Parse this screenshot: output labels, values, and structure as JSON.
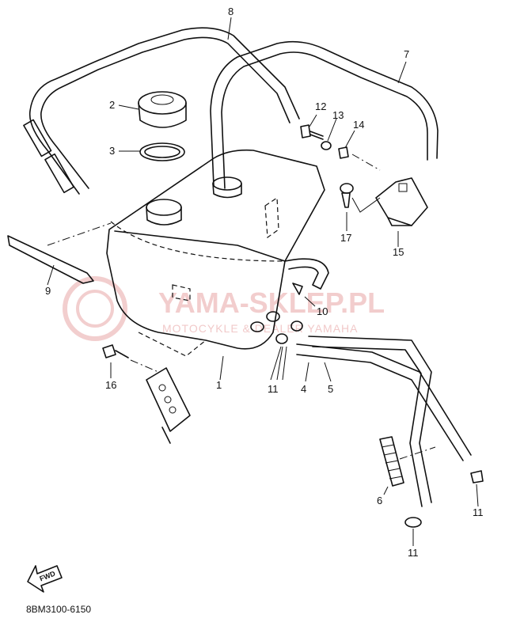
{
  "diagram": {
    "code": "8BM3100-6150",
    "fwd_label": "FWD",
    "watermark": {
      "title": "YAMA-SKLEP.PL",
      "subtitle": "MOTOCYKLE & DEALER YAMAHA",
      "color": "#e8a6a6"
    },
    "callouts": {
      "p1": "1",
      "p2": "2",
      "p3": "3",
      "p4": "4",
      "p5": "5",
      "p6": "6",
      "p7": "7",
      "p8": "8",
      "p9": "9",
      "p10": "10",
      "p11a": "11",
      "p11b": "11",
      "p11c": "11",
      "p12": "12",
      "p13": "13",
      "p14": "14",
      "p15": "15",
      "p16": "16",
      "p17": "17"
    }
  }
}
